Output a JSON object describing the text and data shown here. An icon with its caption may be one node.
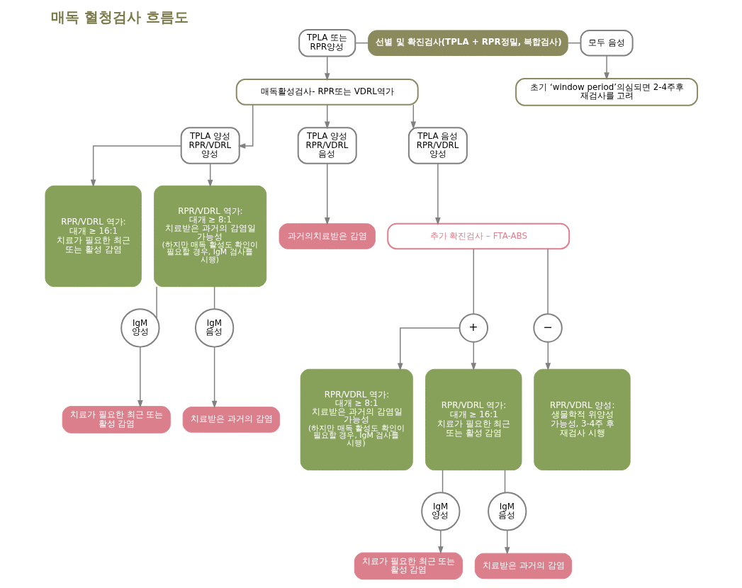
{
  "diagram": {
    "title": "매독 혈청검사 흐름도",
    "nodes": [
      {
        "text": [
          "선별 및 확진검사(TPLA + RPR정밀, 복합검사)"
        ]
      },
      {
        "text": [
          "TPLA 또는 RPR양성"
        ]
      },
      {
        "text": [
          "모두 음성"
        ]
      },
      {
        "text": [
          "매독활성검사- RPR또는 VDRL역가"
        ]
      },
      {
        "text": [
          "초기 ‘window period’의심되면 2-4주후 재검사를 고려"
        ]
      },
      {
        "text": [
          "TPLA 양성 RPR/VDRL 양성"
        ]
      },
      {
        "text": [
          "TPLA 양성 RPR/VDRL 음성"
        ]
      },
      {
        "text": [
          "TPLA 음성 RPR/VDRL 양성"
        ]
      },
      {
        "text": [
          "추가 확진검사 – FTA-ABS"
        ]
      },
      {
        "text": [
          "+"
        ]
      },
      {
        "text": [
          "−"
        ]
      },
      {
        "text": [
          "RPR/VDRL 역가: 대개 ≥ 16:1 치료가 필요한 최근 또는 활성 감염"
        ]
      },
      {
        "text": [
          "RPR/VDRL 역가: 대개 ≥ 8:1 치료받은 과거의 감염일 가능성",
          "(하지만 매독 활성도 확인이 필요할 경우, IgM 검사를 시행)"
        ]
      },
      {
        "text": [
          "과거의치료받은 감염"
        ]
      },
      {
        "text": [
          "RPR/VDRL 역가: 대개 ≥ 16:1 치료가 필요한 최근 또는 활성 감염"
        ]
      },
      {
        "text": [
          "RPR/VDRL 역가: 대개 ≥ 8:1 치료받은 과거의 감염일 가능성",
          "(하지만 매독 활성도 확인이 필요할 경우, IgM 검사를 시행)"
        ]
      },
      {
        "text": [
          "RPR/VDRL 양성: 생물학적 위양성 가능성, 3-4주 후 재검사 시행"
        ]
      },
      {
        "text": [
          "IgM 양성"
        ]
      },
      {
        "text": [
          "IgM 음성"
        ]
      },
      {
        "text": [
          "IgM 양성"
        ]
      },
      {
        "text": [
          "IgM 음성"
        ]
      },
      {
        "text": [
          "치료가 필요한 최근 또는 활성 감염"
        ]
      },
      {
        "text": [
          "치료받은 과거의 감염"
        ]
      },
      {
        "text": [
          "치료가 필요한 최근 또는 활성 감염"
        ]
      },
      {
        "text": [
          "치료받은 과거의 감염"
        ]
      }
    ],
    "edges": [
      {
        "from": 0,
        "to": 1,
        "arrow": "none"
      },
      {
        "from": 0,
        "to": 2,
        "arrow": "none"
      },
      {
        "from": 1,
        "to": 3,
        "arrow": "to"
      },
      {
        "from": 2,
        "to": 4,
        "arrow": "to"
      },
      {
        "from": 3,
        "to": 5,
        "arrow": "to"
      },
      {
        "from": 3,
        "to": 6,
        "arrow": "to"
      },
      {
        "from": 3,
        "to": 7,
        "arrow": "to"
      },
      {
        "from": 5,
        "to": 11,
        "arrow": "to"
      },
      {
        "from": 5,
        "to": 12,
        "arrow": "to"
      },
      {
        "from": 6,
        "to": 13,
        "arrow": "to"
      },
      {
        "from": 7,
        "to": 8,
        "arrow": "to"
      },
      {
        "from": 8,
        "to": 9,
        "arrow": "none"
      },
      {
        "from": 8,
        "to": 10,
        "arrow": "none"
      },
      {
        "from": 9,
        "to": 14,
        "arrow": "to"
      },
      {
        "from": 9,
        "to": 15,
        "arrow": "to"
      },
      {
        "from": 10,
        "to": 16,
        "arrow": "to"
      },
      {
        "from": 12,
        "to": 17,
        "arrow": "none"
      },
      {
        "from": 12,
        "to": 18,
        "arrow": "none"
      },
      {
        "from": 14,
        "to": 19,
        "arrow": "none"
      },
      {
        "from": 14,
        "to": 20,
        "arrow": "none"
      },
      {
        "from": 17,
        "to": 21,
        "arrow": "to"
      },
      {
        "from": 18,
        "to": 22,
        "arrow": "to"
      },
      {
        "from": 19,
        "to": 23,
        "arrow": "to"
      },
      {
        "from": 20,
        "to": 24,
        "arrow": "to"
      }
    ]
  }
}
